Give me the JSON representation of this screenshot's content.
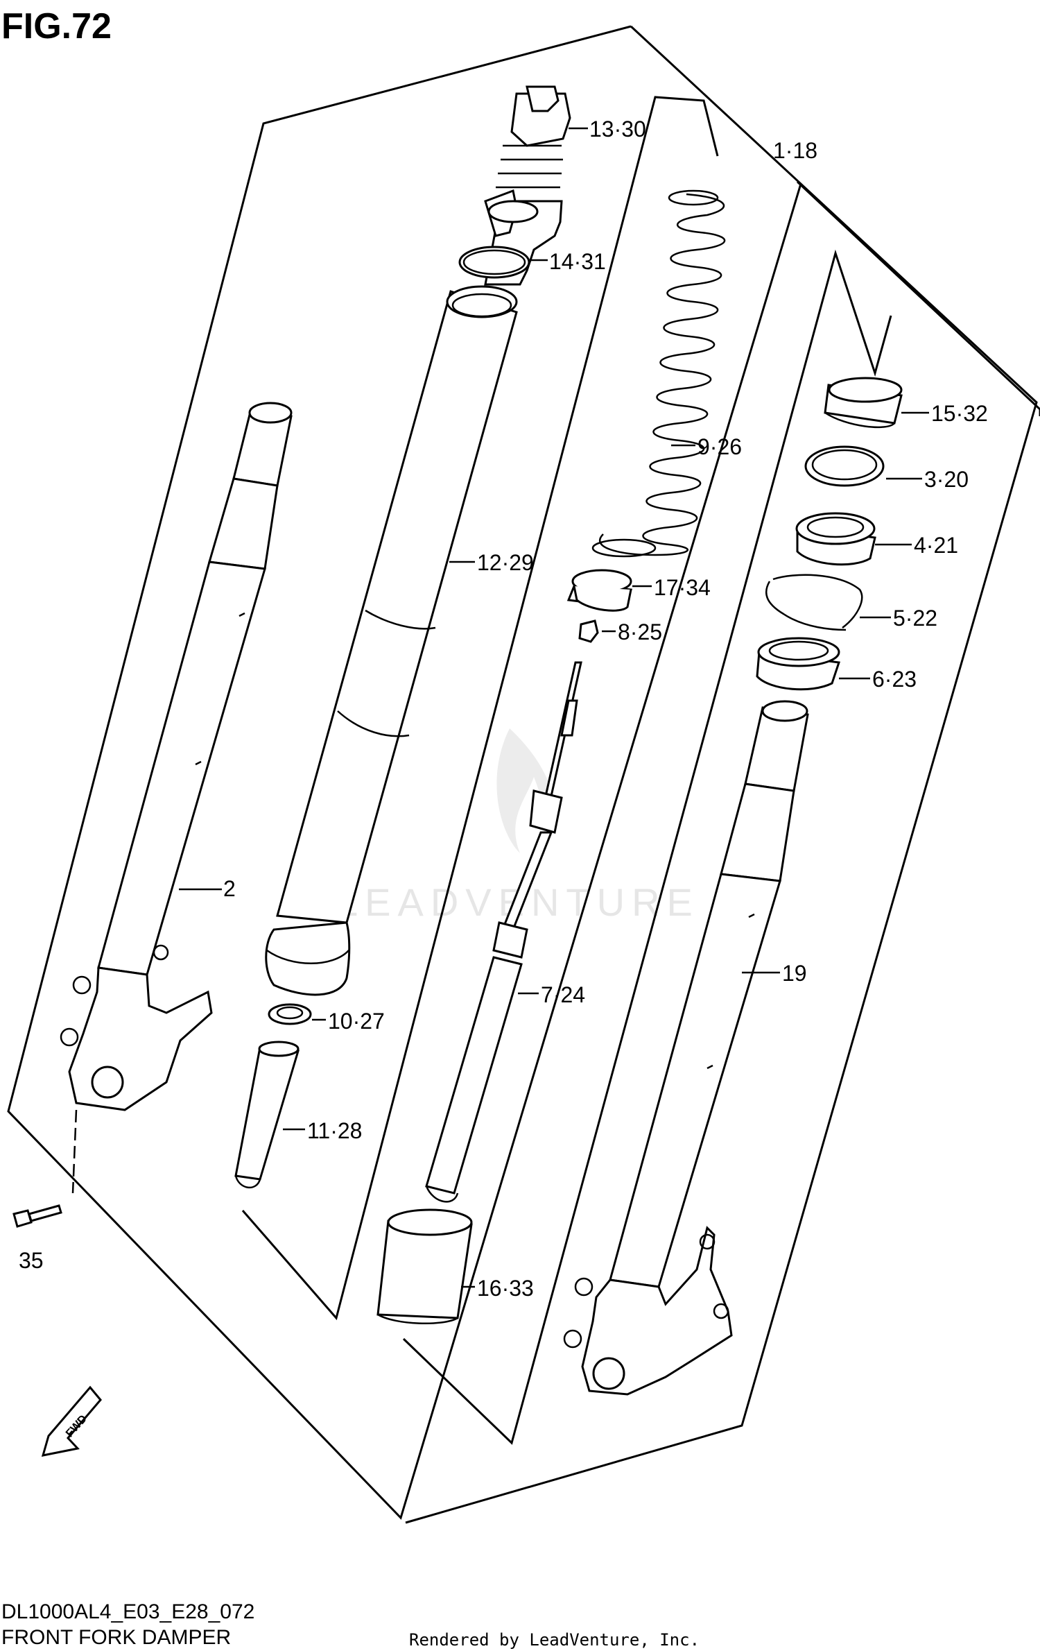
{
  "figure": {
    "title": "FIG.72",
    "model_code": "DL1000AL4_E03_E28_072",
    "name": "FRONT FORK DAMPER",
    "credit": "Rendered by LeadVenture, Inc.",
    "watermark": "LEADVENTURE"
  },
  "callouts": {
    "c1_18": "1·18",
    "c13_30": "13·30",
    "c14_31": "14·31",
    "c12_29": "12·29",
    "c9_26": "9·26",
    "c17_34": "17·34",
    "c8_25": "8·25",
    "c15_32": "15·32",
    "c3_20": "3·20",
    "c4_21": "4·21",
    "c5_22": "5·22",
    "c6_23": "6·23",
    "c2": "2",
    "c10_27": "10·27",
    "c11_28": "11·28",
    "c7_24": "7·24",
    "c19": "19",
    "c16_33": "16·33",
    "c35": "35"
  },
  "direction_badge": "FWD"
}
